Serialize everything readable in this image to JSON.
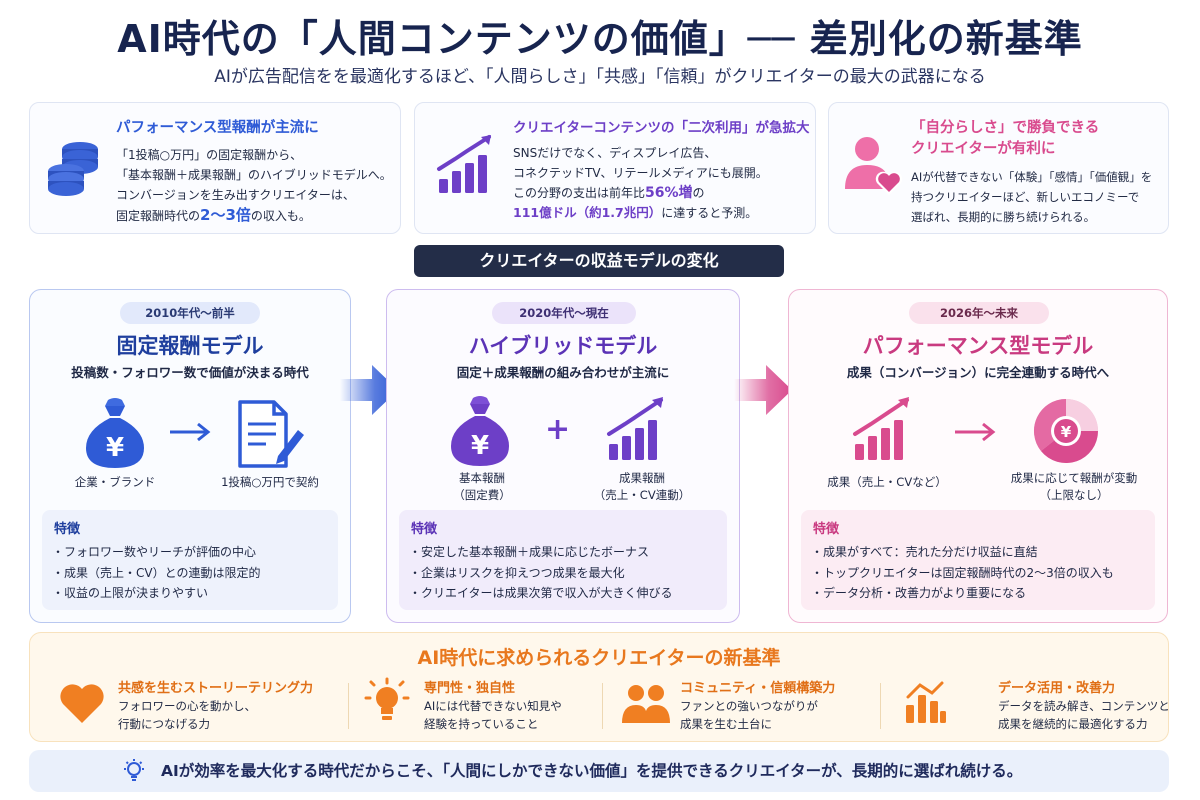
{
  "header": {
    "title": "AI時代の「人間コンテンツの価値」── 差別化の新基準",
    "subtitle": "AIが広告配信をを最適化するほど、「人間らしさ」「共感」「信頼」がクリエイターの最大の武器になる"
  },
  "top_cards": [
    {
      "icon": "coins-stack-icon",
      "heading": "パフォーマンス型報酬が主流に",
      "lines": [
        "「1投稿○万円」の固定報酬から、",
        "「基本報酬＋成果報酬」のハイブリッドモデルへ。",
        "コンバージョンを生み出すクリエイターは、"
      ],
      "last_line_pre": "固定報酬時代の",
      "last_line_em": "2〜3倍",
      "last_line_post": "の収入も。"
    },
    {
      "icon": "growth-chart-icon",
      "heading": "クリエイターコンテンツの「二次利用」が急拡大",
      "lines": [
        "SNSだけでなく、ディスプレイ広告、",
        "コネクテッドTV、リテールメディアにも展開。"
      ],
      "line3_pre": "この分野の支出は前年比",
      "line3_em": "56%増",
      "line3_post": "の",
      "line4_em": "111億ドル（約1.7兆円）",
      "line4_post": "に達すると予測。"
    },
    {
      "icon": "person-heart-icon",
      "heading_1": "「自分らしさ」で勝負できる",
      "heading_2": "クリエイターが有利に",
      "lines": [
        "AIが代替できない「体験」「感情」「価値観」を",
        "持つクリエイターほど、新しいエコノミーで",
        "選ばれ、長期的に勝ち続けられる。"
      ]
    }
  ],
  "section_title": "クリエイターの収益モデルの変化",
  "models": [
    {
      "era": "2010年代〜前半",
      "title": "固定報酬モデル",
      "desc": "投稿数・フォロワー数で価値が決まる時代",
      "left_caption": "企業・ブランド",
      "right_caption": "1投稿○万円で契約",
      "features_title": "特徴",
      "features": [
        "・フォロワー数やリーチが評価の中心",
        "・成果（売上・CV）との連動は限定的",
        "・収益の上限が決まりやすい"
      ]
    },
    {
      "era": "2020年代〜現在",
      "title": "ハイブリッドモデル",
      "desc": "固定＋成果報酬の組み合わせが主流に",
      "left_caption_1": "基本報酬",
      "left_caption_2": "（固定費）",
      "right_caption_1": "成果報酬",
      "right_caption_2": "（売上・CV連動）",
      "plus": "+",
      "features_title": "特徴",
      "features": [
        "・安定した基本報酬＋成果に応じたボーナス",
        "・企業はリスクを抑えつつ成果を最大化",
        "・クリエイターは成果次第で収入が大きく伸びる"
      ]
    },
    {
      "era": "2026年〜未来",
      "title": "パフォーマンス型モデル",
      "desc": "成果（コンバージョン）に完全連動する時代へ",
      "left_caption": "成果（売上・CVなど）",
      "right_caption_1": "成果に応じて報酬が変動",
      "right_caption_2": "（上限なし）",
      "features_title": "特徴",
      "features": [
        "・成果がすべて：売れた分だけ収益に直結",
        "・トップクリエイターは固定報酬時代の2〜3倍の収入も",
        "・データ分析・改善力がより重要になる"
      ]
    }
  ],
  "skills_section": {
    "title": "AI時代に求められるクリエイターの新基準",
    "items": [
      {
        "icon": "heart-icon",
        "heading": "共感を生むストーリーテリング力",
        "line1": "フォロワーの心を動かし、",
        "line2": "行動につなげる力"
      },
      {
        "icon": "lightbulb-icon",
        "heading": "専門性・独自性",
        "line1": "AIには代替できない知見や",
        "line2": "経験を持っていること"
      },
      {
        "icon": "community-icon",
        "heading": "コミュニティ・信頼構築力",
        "line1": "ファンとの強いつながりが",
        "line2": "成果を生む土台に"
      },
      {
        "icon": "data-chart-icon",
        "heading": "データ活用・改善力",
        "line1": "データを読み解き、コンテンツと",
        "line2": "成果を継続的に最適化する力"
      }
    ]
  },
  "footer": {
    "icon": "lightbulb-outline-icon",
    "text": "AIが効率を最大化する時代だからこそ、「人間にしかできない価値」を提供できるクリエイターが、長期的に選ばれ続ける。"
  },
  "colors": {
    "navy": "#17244f",
    "blue": "#2f5bd6",
    "purple": "#6d3fc7",
    "pink": "#d94b8e",
    "orange": "#f07f22"
  }
}
